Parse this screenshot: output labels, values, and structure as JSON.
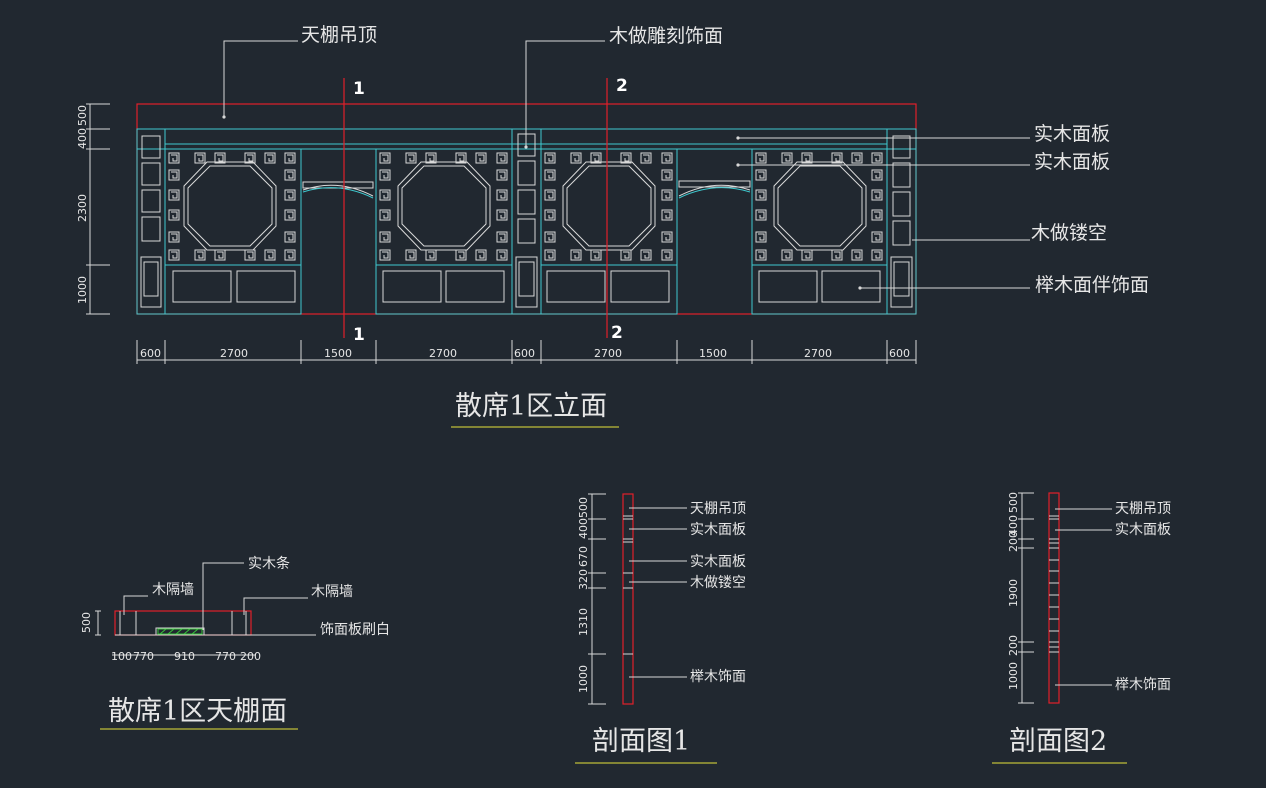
{
  "elevation": {
    "title": "散席1区立面",
    "labels": {
      "ceiling": "天棚吊顶",
      "carving": "木做雕刻饰面",
      "panel1": "实木面板",
      "panel2": "实木面板",
      "openwork": "木做镂空",
      "beech": "榉木面伴饰面"
    },
    "section_marks": [
      "1",
      "1",
      "2",
      "2"
    ],
    "bottom_dims": [
      "600",
      "2700",
      "1500",
      "2700",
      "600",
      "2700",
      "1500",
      "2700",
      "600"
    ],
    "left_dims": [
      "400",
      "500",
      "2300",
      "1000"
    ]
  },
  "ceiling_plan": {
    "title": "散席1区天棚面",
    "labels": {
      "strip": "实木条",
      "wall_left": "木隔墙",
      "wall_right": "木隔墙",
      "paint": "饰面板刷白"
    },
    "side_dim": "500",
    "bottom_dims": [
      "100",
      "770",
      "910",
      "770",
      "200"
    ]
  },
  "section1": {
    "title": "剖面图1",
    "labels": [
      "天棚吊顶",
      "实木面板",
      "实木面板",
      "木做镂空",
      "榉木饰面"
    ],
    "dims": [
      "500",
      "400",
      "670",
      "320",
      "1310",
      "1000"
    ]
  },
  "section2": {
    "title": "剖面图2",
    "labels": [
      "天棚吊顶",
      "实木面板",
      "榉木饰面"
    ],
    "dims": [
      "500",
      "400",
      "200",
      "1900",
      "200",
      "1000"
    ]
  },
  "colors": {
    "background": "#212830",
    "structure": "#3ec9cf",
    "section_line": "#e0202a",
    "underline": "#e5e23a",
    "annotation": "#d8d8d8"
  }
}
